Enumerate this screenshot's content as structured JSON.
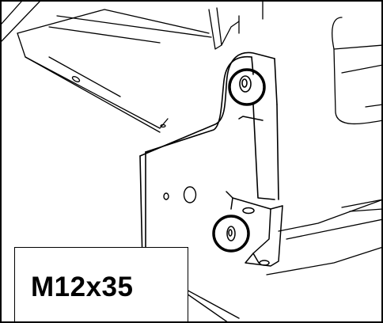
{
  "label": {
    "text": "M12x35"
  },
  "colors": {
    "line": "#000000",
    "background": "#ffffff",
    "callout_circle": "#000000"
  },
  "icons": {
    "callouts": [
      "bolt-location-circle-upper",
      "bolt-location-circle-lower"
    ]
  }
}
